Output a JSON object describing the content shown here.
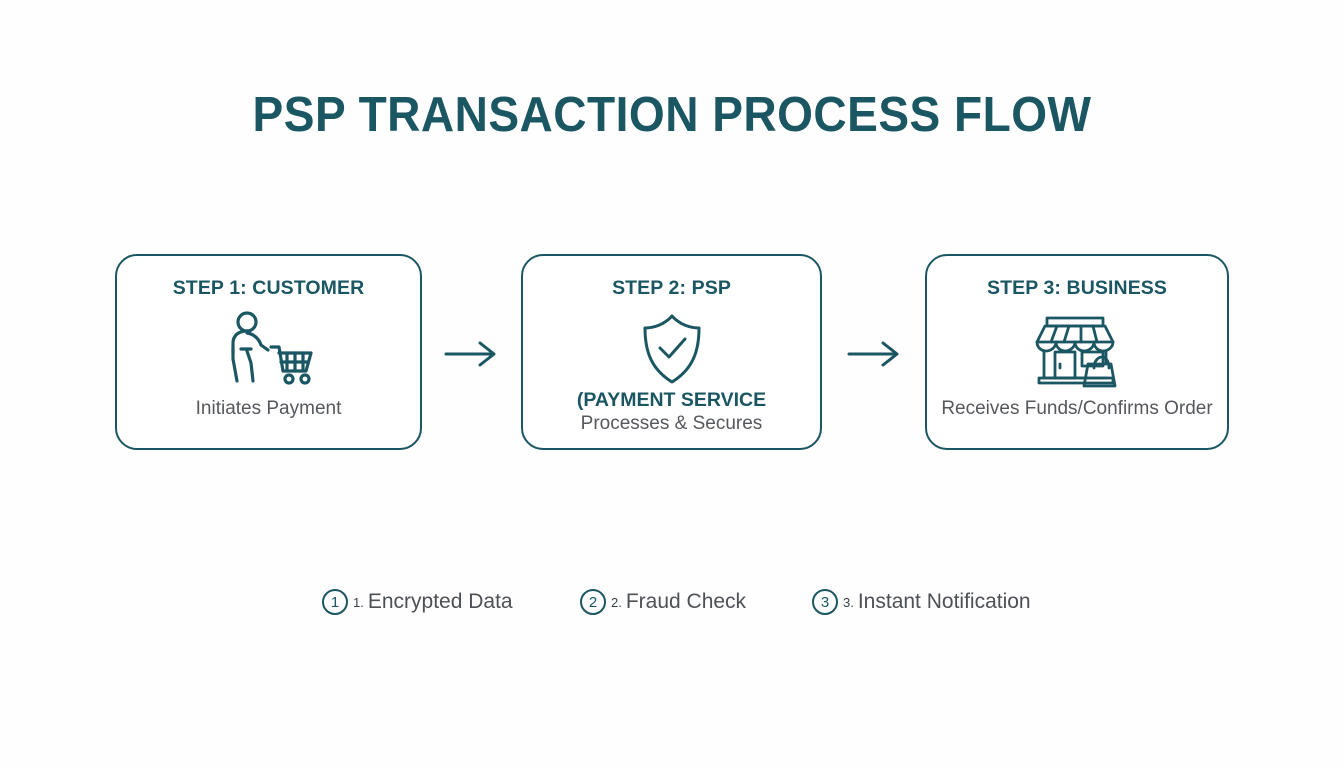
{
  "title": "PSP TRANSACTION PROCESS FLOW",
  "theme": {
    "accent": "#1b5663",
    "text_gray": "#4d5156",
    "background": "#fefefe",
    "card_background": "#ffffff"
  },
  "flow": {
    "steps": [
      {
        "heading": "STEP 1: CUSTOMER",
        "icon": "customer-shopping-cart-icon",
        "caption": "Initiates Payment",
        "caption_strong": ""
      },
      {
        "heading": "STEP 2: PSP",
        "icon": "shield-check-icon",
        "caption": "Processes & Secures",
        "caption_strong": "(PAYMENT SERVICE"
      },
      {
        "heading": "STEP 3: BUSINESS",
        "icon": "storefront-icon",
        "caption": "Receives Funds/Confirms Order",
        "caption_strong": ""
      }
    ],
    "connectors": [
      {
        "icon": "arrow-right-icon"
      },
      {
        "icon": "arrow-right-icon"
      }
    ]
  },
  "legend": {
    "items": [
      {
        "badge": "1",
        "ordinal": "1.",
        "label": "Encrypted Data"
      },
      {
        "badge": "2",
        "ordinal": "2.",
        "label": "Fraud Check"
      },
      {
        "badge": "3",
        "ordinal": "3.",
        "label": "Instant Notification"
      }
    ]
  }
}
